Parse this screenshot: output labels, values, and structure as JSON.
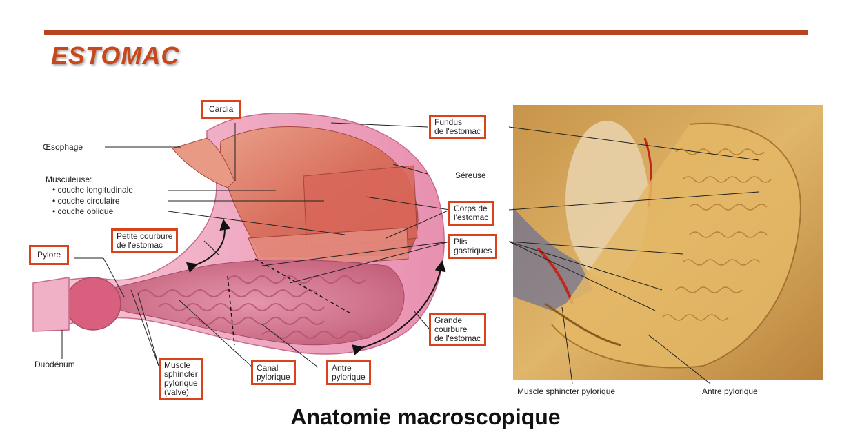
{
  "title": "ESTOMAC",
  "subtitle": "Anatomie macroscopique",
  "colors": {
    "accent": "#c8481c",
    "box_border": "#d9431b",
    "bar": "#b8431f"
  },
  "labels": {
    "cardia": "Cardia",
    "oesophage": "Œsophage",
    "musculeuse": "Musculeuse:",
    "couche_longitudinale": "• couche longitudinale",
    "couche_circulaire": "• couche circulaire",
    "couche_oblique": "• couche oblique",
    "petite_courbure_1": "Petite courbure",
    "petite_courbure_2": "de l'estomac",
    "pylore": "Pylore",
    "duodenum": "Duodénum",
    "muscle_sphincter_1": "Muscle",
    "muscle_sphincter_2": "sphincter",
    "muscle_sphincter_3": "pylorique",
    "muscle_sphincter_4": "(valve)",
    "canal_1": "Canal",
    "canal_2": "pylorique",
    "antre_1": "Antre",
    "antre_2": "pylorique",
    "fundus_1": "Fundus",
    "fundus_2": "de l'estomac",
    "sereuse": "Séreuse",
    "corps_1": "Corps de",
    "corps_2": "l'estomac",
    "plis_1": "Plis",
    "plis_2": "gastriques",
    "grande_courbure_1": "Grande",
    "grande_courbure_2": "courbure",
    "grande_courbure_3": "de l'estomac",
    "photo_muscle": "Muscle sphincter pylorique",
    "photo_antre": "Antre pylorique"
  }
}
